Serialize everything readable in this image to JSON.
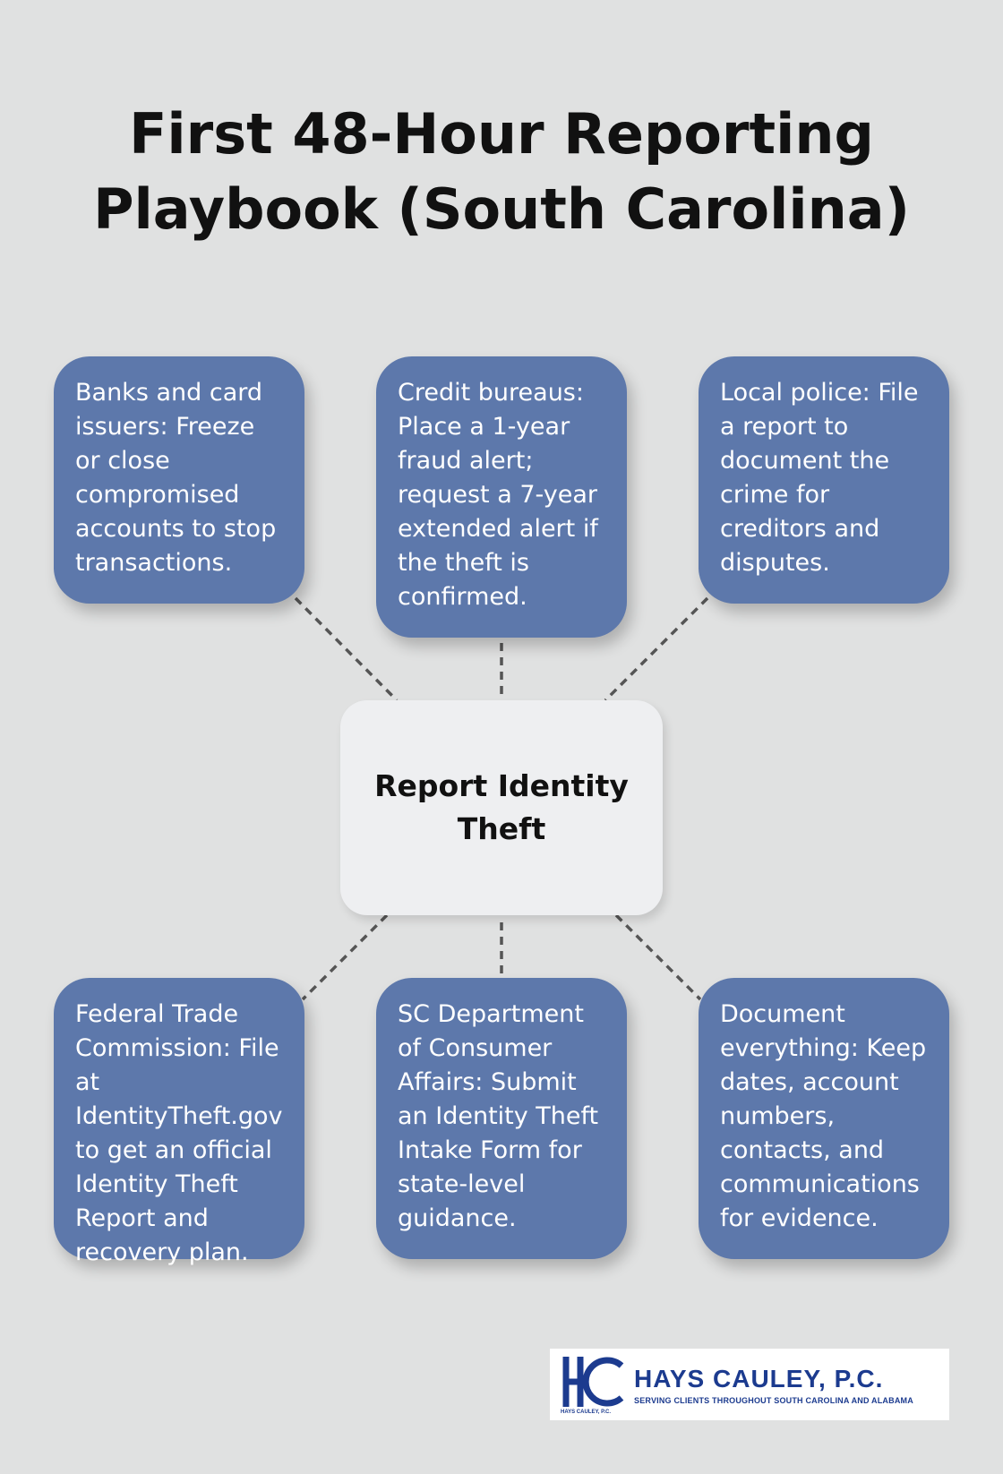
{
  "title": "First 48-Hour Reporting Playbook (South Carolina)",
  "center": {
    "label": "Report Identity Theft"
  },
  "cards": [
    "Banks and card issuers: Freeze or close compromised accounts to stop transactions.",
    "Credit bureaus: Place a 1-year fraud alert; request a 7-year extended alert if the theft is confirmed.",
    "Local police: File a report to document the crime for creditors and disputes.",
    "Federal Trade Commission: File at IdentityTheft.gov to get an official Identity Theft Report and recovery plan.",
    "SC Department of Consumer Affairs: Submit an Identity Theft Intake Form for state-level guidance.",
    "Document everything: Keep dates, account numbers, contacts, and communications for evidence."
  ],
  "logo": {
    "name": "HAYS CAULEY, P.C.",
    "tagline": "SERVING CLIENTS THROUGHOUT SOUTH CAROLINA AND ALABAMA",
    "small_text": "HAYS CAULEY, P.C."
  },
  "colors": {
    "background": "#e0e1e1",
    "card": "#5d78ab",
    "center": "#eeeff1",
    "brand": "#1c3b8f"
  }
}
